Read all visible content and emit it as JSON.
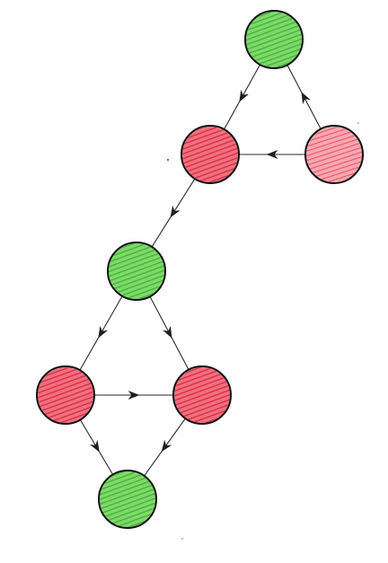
{
  "graph": {
    "colors": {
      "green": "#55cc44",
      "green_dark": "#2e9a28",
      "green_light": "#9be086",
      "red": "#ea3b52",
      "red_dark": "#c01f38",
      "red_light": "#f58a97",
      "outline": "#111111",
      "edge": "#2a2a2a"
    },
    "nodes": [
      {
        "id": "n1",
        "color": "green"
      },
      {
        "id": "n2",
        "color": "red"
      },
      {
        "id": "n3",
        "color": "red"
      },
      {
        "id": "n4",
        "color": "green"
      },
      {
        "id": "n5",
        "color": "red"
      },
      {
        "id": "n6",
        "color": "red"
      },
      {
        "id": "n7",
        "color": "green"
      }
    ],
    "edges": [
      {
        "from": "n1",
        "to": "n2"
      },
      {
        "from": "n3",
        "to": "n1"
      },
      {
        "from": "n3",
        "to": "n2"
      },
      {
        "from": "n2",
        "to": "n4"
      },
      {
        "from": "n4",
        "to": "n5"
      },
      {
        "from": "n4",
        "to": "n6"
      },
      {
        "from": "n5",
        "to": "n6"
      },
      {
        "from": "n5",
        "to": "n7"
      },
      {
        "from": "n6",
        "to": "n7"
      }
    ]
  }
}
